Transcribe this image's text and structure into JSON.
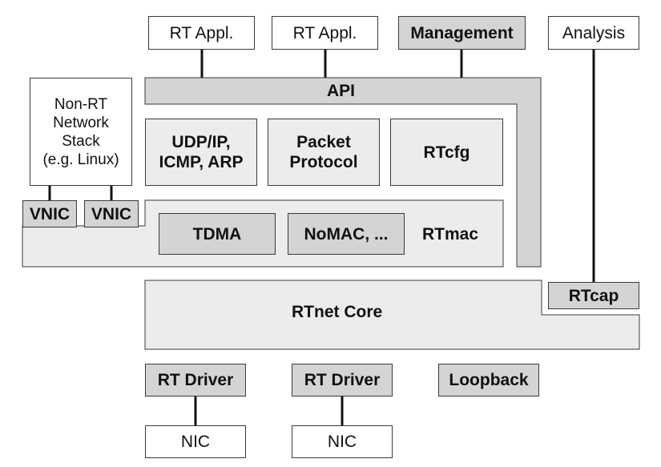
{
  "top_row": {
    "rt_appl_1": "RT Appl.",
    "rt_appl_2": "RT Appl.",
    "management": "Management",
    "analysis": "Analysis"
  },
  "api_label": "API",
  "non_rt_stack": {
    "line1": "Non-RT",
    "line2": "Network",
    "line3": "Stack",
    "line4": "(e.g. Linux)"
  },
  "protocols": {
    "udp_line1": "UDP/IP,",
    "udp_line2": "ICMP, ARP",
    "packet_line1": "Packet",
    "packet_line2": "Protocol",
    "rtcfg": "RTcfg"
  },
  "vnic_1": "VNIC",
  "vnic_2": "VNIC",
  "rtmac": {
    "label": "RTmac",
    "tdma": "TDMA",
    "nomac": "NoMAC, ..."
  },
  "rtcap": "RTcap",
  "rtnet_core": "RTnet Core",
  "drivers": {
    "rt_driver_1": "RT Driver",
    "rt_driver_2": "RT Driver",
    "loopback": "Loopback"
  },
  "nics": {
    "nic_1": "NIC",
    "nic_2": "NIC"
  }
}
